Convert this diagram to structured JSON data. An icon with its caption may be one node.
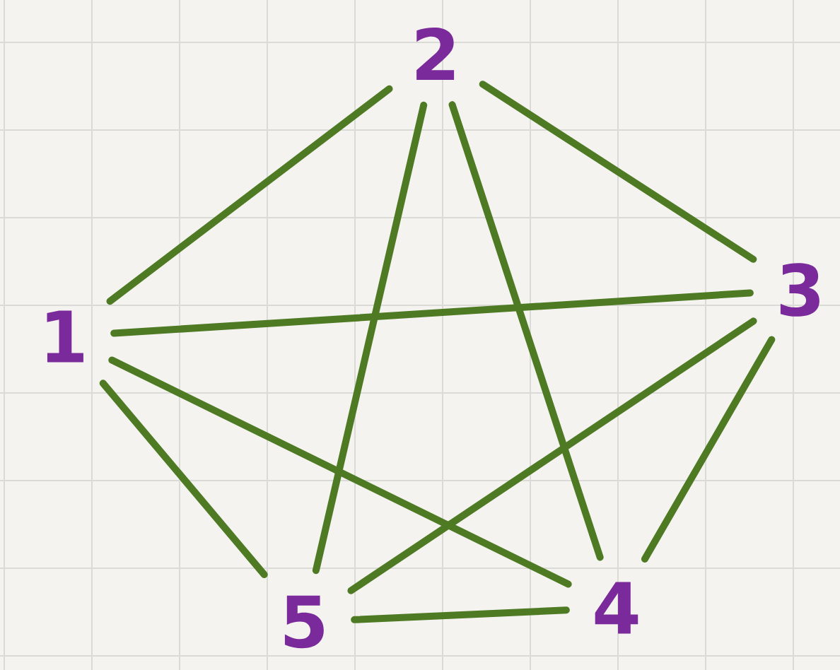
{
  "diagram": {
    "nodes": [
      {
        "text": [
          "1"
        ]
      },
      {
        "text": [
          "2"
        ]
      },
      {
        "text": [
          "3"
        ]
      },
      {
        "text": [
          "4"
        ]
      },
      {
        "text": [
          "5"
        ]
      }
    ],
    "edges": [
      {
        "from": 0,
        "to": 1,
        "arrow": "none"
      },
      {
        "from": 1,
        "to": 2,
        "arrow": "none"
      },
      {
        "from": 0,
        "to": 2,
        "arrow": "none"
      },
      {
        "from": 1,
        "to": 4,
        "arrow": "none"
      },
      {
        "from": 1,
        "to": 3,
        "arrow": "none"
      },
      {
        "from": 0,
        "to": 3,
        "arrow": "none"
      },
      {
        "from": 2,
        "to": 4,
        "arrow": "none"
      },
      {
        "from": 0,
        "to": 4,
        "arrow": "none"
      },
      {
        "from": 2,
        "to": 3,
        "arrow": "none"
      },
      {
        "from": 4,
        "to": 3,
        "arrow": "none"
      }
    ]
  }
}
